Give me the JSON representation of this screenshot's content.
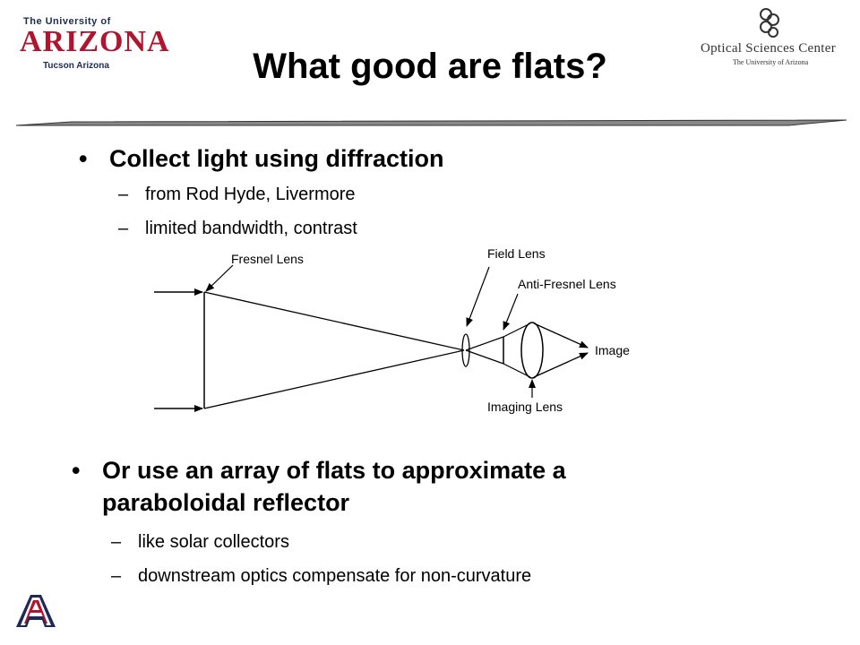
{
  "header": {
    "ua_logo": {
      "line1": "The University of",
      "line2": "ARIZONA",
      "line3": "Tucson Arizona"
    },
    "osc_logo": {
      "name": "Optical Sciences Center",
      "subname": "The University of Arizona"
    },
    "title": "What good are flats?"
  },
  "section1": {
    "bullet": "Collect light using diffraction",
    "subitems": [
      "from Rod Hyde, Livermore",
      "limited bandwidth, contrast"
    ]
  },
  "diagram": {
    "labels": {
      "fresnel_lens": "Fresnel Lens",
      "field_lens": "Field Lens",
      "anti_fresnel_lens": "Anti-Fresnel Lens",
      "image": "Image",
      "imaging_lens": "Imaging Lens"
    }
  },
  "section2": {
    "bullet_line1": "Or use an array of flats to approximate a",
    "bullet_line2": "paraboloidal reflector",
    "subitems": [
      "like solar collectors",
      "downstream optics compensate for non-curvature"
    ]
  },
  "colors": {
    "arizona_red": "#b0142f",
    "arizona_navy": "#1c2a54",
    "divider": "#555555"
  }
}
